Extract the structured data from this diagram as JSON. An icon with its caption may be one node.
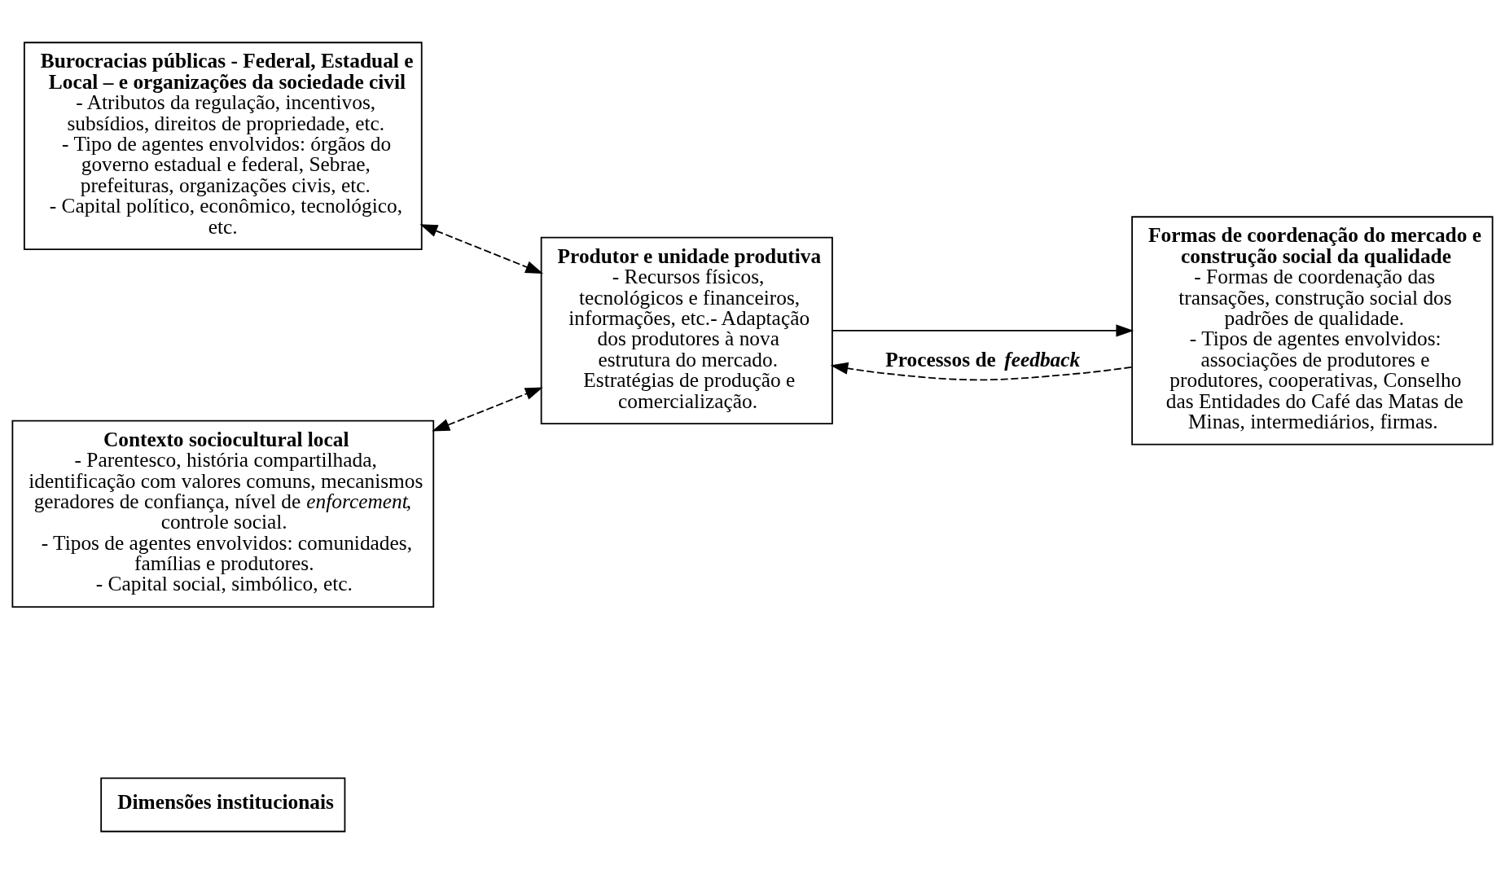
{
  "diagram": {
    "nodes": [
      {
        "text": [
          "Burocracias públicas - Federal, Estadual e Local – e organizações da sociedade civil",
          "- Atributos da regulação, incentivos, subsídios, direitos de propriedade, etc.",
          "- Tipo de agentes envolvidos: órgãos do governo estadual e federal, Sebrae, prefeituras, organizações civis, etc.",
          "- Capital político, econômico, tecnológico, etc."
        ]
      },
      {
        "text": [
          "Contexto sociocultural local",
          "- Parentesco, história compartilhada, identificação com valores comuns, mecanismos geradores de confiança, nível de *enforcement*, controle social.",
          "- Tipos de agentes envolvidos: comunidades, famílias e produtores.",
          "- Capital social, simbólico, etc."
        ]
      },
      {
        "text": [
          "Produtor e unidade produtiva",
          "- Recursos físicos, tecnológicos e financeiros, informações, etc.- Adaptação dos produtores à nova estrutura do mercado. Estratégias de produção e comercialização."
        ]
      },
      {
        "text": [
          "Formas de coordenação do mercado e construção social da qualidade",
          "- Formas de coordenação das transações, construção social dos padrões de qualidade.",
          "- Tipos de agentes envolvidos: associações de produtores e produtores, cooperativas, Conselho das Entidades do Café das Matas de Minas, intermediários, firmas."
        ]
      },
      {
        "text": [
          "Dimensões institucionais"
        ]
      }
    ],
    "edges": [
      {
        "from": 0,
        "to": 2,
        "arrow": "both",
        "style": "dashed"
      },
      {
        "from": 1,
        "to": 2,
        "arrow": "both",
        "style": "dashed"
      },
      {
        "from": 2,
        "to": 3,
        "arrow": "to"
      },
      {
        "from": 3,
        "to": 2,
        "arrow": "to",
        "style": "dashed",
        "label": "Processos de *feedback*"
      }
    ]
  }
}
